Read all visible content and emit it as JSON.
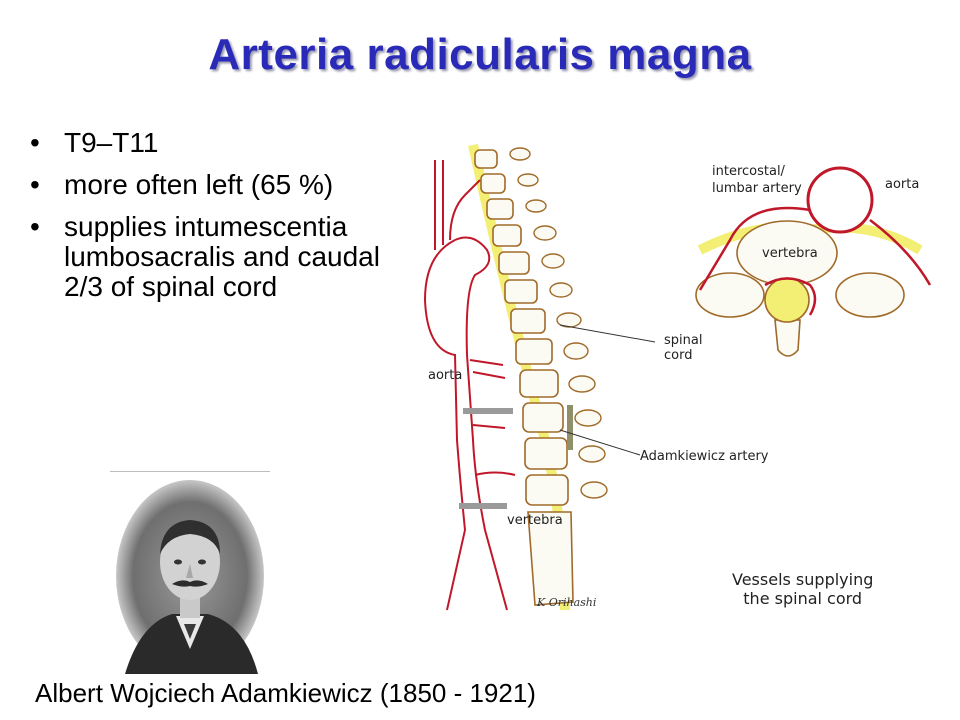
{
  "title": "Arteria radicularis magna",
  "bullets": [
    "T9–T11",
    "more often left (65 %)",
    "supplies intumescentia lumbosacralis and caudal 2/3 of spinal cord"
  ],
  "caption": "Albert Wojciech Adamkiewicz  (1850 - 1921)",
  "diagram_labels": {
    "intercostal_line1": "intercostal/",
    "intercostal_line2": "lumbar artery",
    "aorta_top": "aorta",
    "vertebra_top": "vertebra",
    "spinal_line1": "spinal",
    "spinal_line2": "cord",
    "aorta_side": "aorta",
    "adamkiewicz": "Adamkiewicz artery",
    "vertebra_bottom": "vertebra",
    "vessels_line1": "Vessels supplying",
    "vessels_line2": "the spinal cord",
    "signature": "K Orihashi"
  },
  "colors": {
    "title": "#2a2ab8",
    "artery": "#c0182a",
    "spinal_cord": "#f2ef74",
    "vertebra_outline": "#a06a2a"
  }
}
